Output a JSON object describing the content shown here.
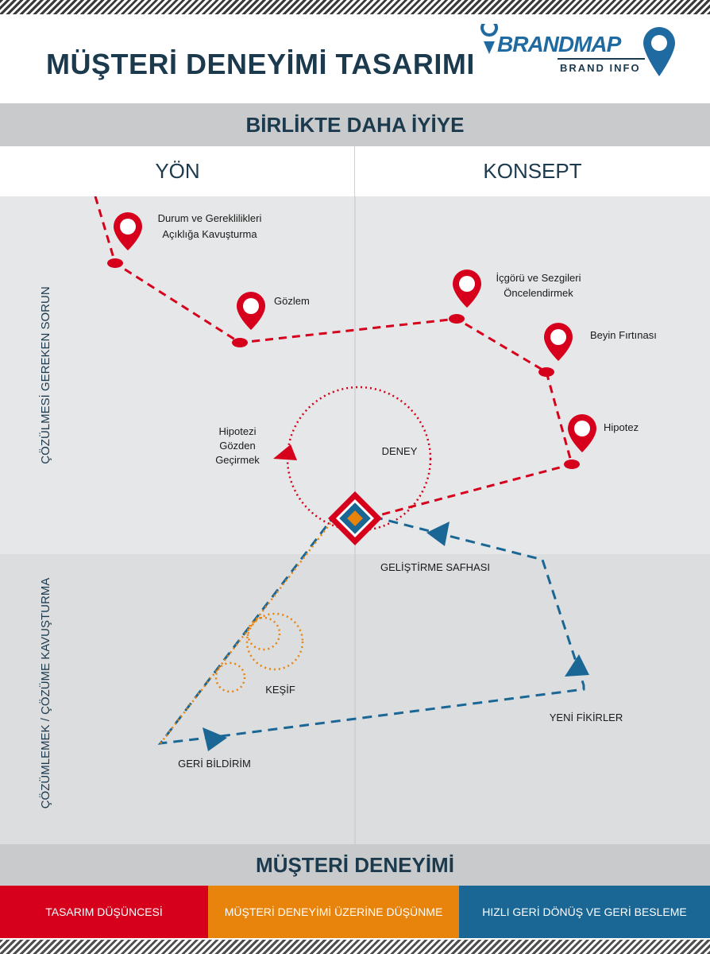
{
  "header": {
    "title": "MÜŞTERİ DENEYİMİ TASARIMI",
    "logo_text": "BRANDMAP",
    "logo_sub": "BRAND INFO"
  },
  "top_band": "BİRLİKTE DAHA İYİYE",
  "columns": {
    "left": "YÖN",
    "right": "KONSEPT"
  },
  "rows": {
    "top": "ÇÖZÜLMESİ GEREKEN SORUN",
    "bottom": "ÇÖZÜMLEMEK / ÇÖZÜME KAVUŞTURMA"
  },
  "nodes": {
    "durum_line1": "Durum ve Gereklilikleri",
    "durum_line2": "Açıklığa Kavuşturma",
    "gozlem": "Gözlem",
    "icgoru_line1": "İçgörü ve Sezgileri",
    "icgoru_line2": "Öncelendirmek",
    "beyin": "Beyin Fırtınası",
    "hipotez": "Hipotez",
    "hipotezi_line1": "Hipotezi",
    "hipotezi_line2": "Gözden",
    "hipotezi_line3": "Geçirmek",
    "deney": "DENEY",
    "gelistirme": "GELİŞTİRME SAFHASI",
    "kesif": "KEŞİF",
    "yeni_fikirler": "YENİ FİKİRLER",
    "geri_bildirim": "GERİ BİLDİRİM"
  },
  "bottom_band": "MÜŞTERİ DENEYİMİ",
  "legend": {
    "red": "TASARIM DÜŞÜNCESİ",
    "orange": "MÜŞTERİ DENEYİMİ ÜZERİNE DÜŞÜNME",
    "blue": "HIZLI GERİ DÖNÜŞ VE GERİ BESLEME"
  },
  "colors": {
    "red": "#d6001c",
    "orange": "#e8830c",
    "blue": "#1a6795",
    "navy": "#1c3a4e",
    "grey_top": "#e6e7e8",
    "grey_bottom": "#dcdddf"
  }
}
